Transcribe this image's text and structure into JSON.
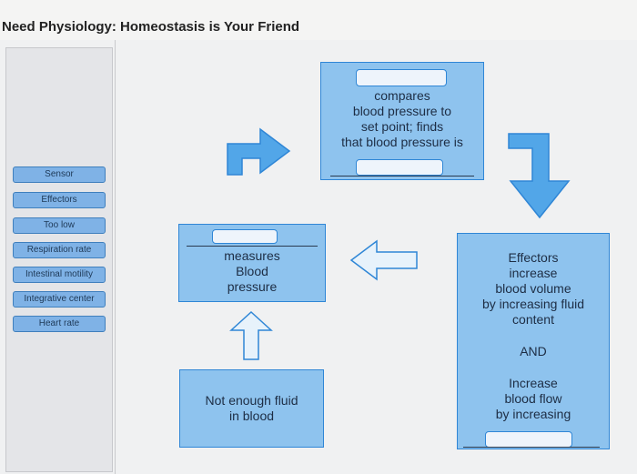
{
  "header": {
    "title": "Need Physiology: Homeostasis is Your Friend"
  },
  "answer_bank": [
    "Sensor",
    "Effectors",
    "Too low",
    "Respiration rate",
    "Intestinal motility",
    "Integrative center",
    "Heart rate"
  ],
  "boxes": {
    "integrative": {
      "lines": [
        "compares",
        "blood pressure to",
        "set point; finds",
        "that blood pressure is"
      ]
    },
    "sensor": {
      "lines": [
        "measures",
        "Blood",
        "pressure"
      ]
    },
    "stimulus": {
      "lines": [
        "Not enough fluid",
        "in blood"
      ]
    },
    "effector": {
      "lines_top": [
        "Effectors",
        "increase",
        "blood volume",
        "by increasing fluid",
        "content"
      ],
      "and": "AND",
      "lines_bottom": [
        "Increase",
        "blood flow",
        "by increasing"
      ]
    }
  },
  "colors": {
    "box_fill": "#8ec3ee",
    "box_border": "#2f86d6",
    "chip_fill": "#7fb2e6"
  }
}
